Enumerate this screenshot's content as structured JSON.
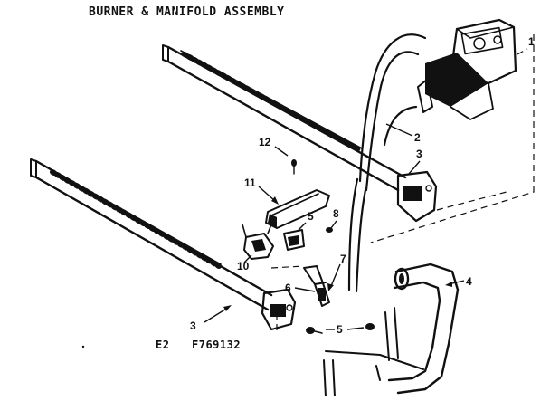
{
  "title": "BURNER & MANIFOLD ASSEMBLY",
  "footer": {
    "code_left": "E2",
    "code_right": "F769132"
  },
  "callouts": {
    "c1": "1",
    "c2": "2",
    "c3a": "3",
    "c3b": "3",
    "c4": "4",
    "c5a": "5",
    "c5b": "5",
    "c6": "6",
    "c7": "7",
    "c8": "8",
    "c10": "10",
    "c11": "11",
    "c12": "12"
  }
}
